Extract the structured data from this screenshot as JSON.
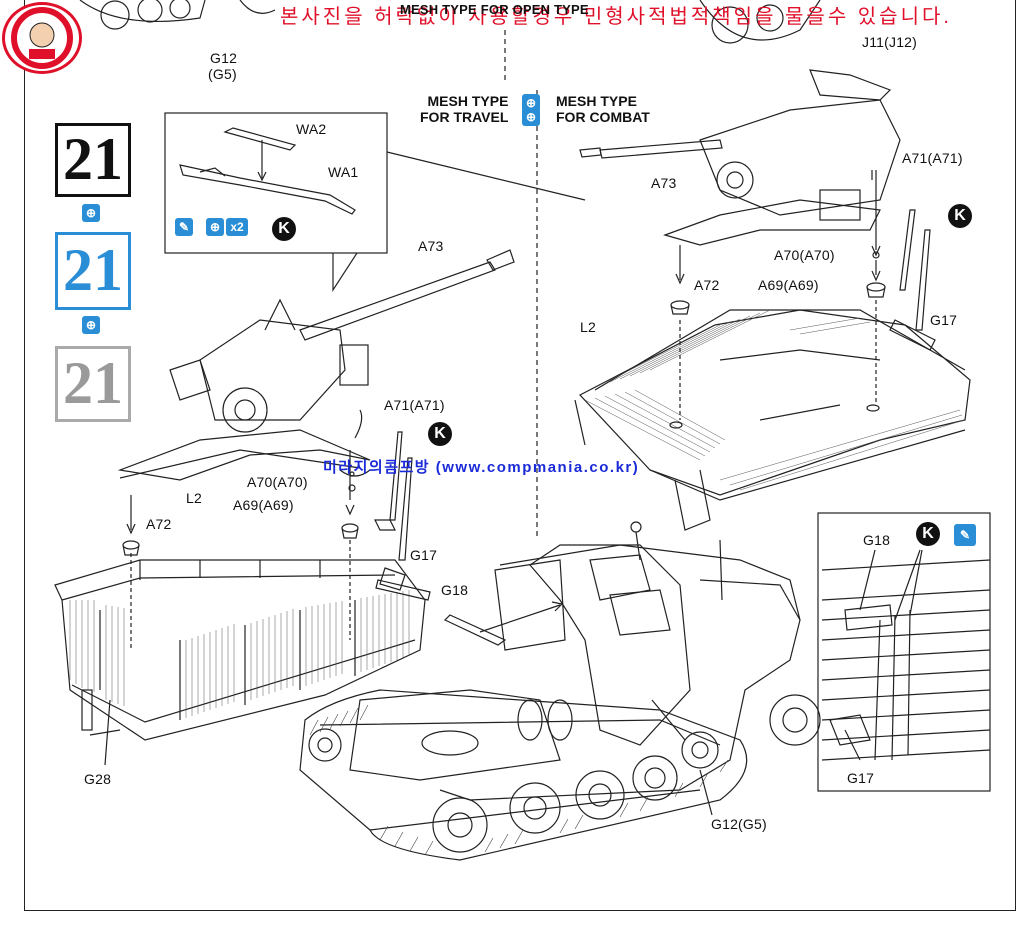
{
  "watermark_top": "본사진을 허락없이 사용할경우 민형사적법적책임을 물을수 있습니다.",
  "watermark_mid": "미라지의콤프방 (www.compmania.co.kr)",
  "header_overlay_text": "MESH TYPE FOR OPEN TYPE",
  "step_number": "21",
  "mode_travel": [
    "MESH TYPE",
    "FOR TRAVEL"
  ],
  "mode_combat": [
    "MESH TYPE",
    "FOR COMBAT"
  ],
  "badge_k": "K",
  "icon_x2": "x2",
  "labels": {
    "g12_top": "G12",
    "g5_top": "(G5)",
    "j11": "J11(J12)",
    "wa2": "WA2",
    "wa1": "WA1",
    "a73_left": "A73",
    "a71_left": "A71(A71)",
    "a70_left": "A70(A70)",
    "a69_left": "A69(A69)",
    "a72_left": "A72",
    "l2_left": "L2",
    "g17_left": "G17",
    "g18_left": "G18",
    "g28": "G28",
    "g12_bottom": "G12(G5)",
    "a73_right": "A73",
    "a71_right": "A71(A71)",
    "a70_right": "A70(A70)",
    "a69_right": "A69(A69)",
    "a72_right": "A72",
    "l2_right": "L2",
    "g17_right": "G17",
    "g18_inset": "G18",
    "g17_inset": "G17"
  },
  "colors": {
    "accent_blue": "#2a8ed6",
    "watermark_red": "#e0102a",
    "watermark_blue": "#1a2ad8",
    "line": "#222222"
  }
}
